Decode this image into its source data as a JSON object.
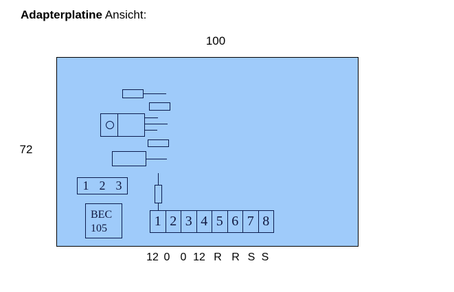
{
  "page": {
    "title_bold": "Adapterplatine",
    "title_regular": "Ansicht:"
  },
  "board": {
    "width_label": "100",
    "height_label": "72",
    "fill_color": "#9fcbfa",
    "outline_color": "#0b1c4e"
  },
  "components": {
    "connector3": {
      "pins": [
        "1",
        "2",
        "3"
      ]
    },
    "bec_module": {
      "line1": "BEC",
      "line2": "105"
    },
    "connector8": {
      "pins": [
        "1",
        "2",
        "3",
        "4",
        "5",
        "6",
        "7",
        "8"
      ]
    },
    "bottom_pin_labels": [
      "12",
      "0",
      "0",
      "12",
      "R",
      "R",
      "S",
      "S"
    ]
  }
}
